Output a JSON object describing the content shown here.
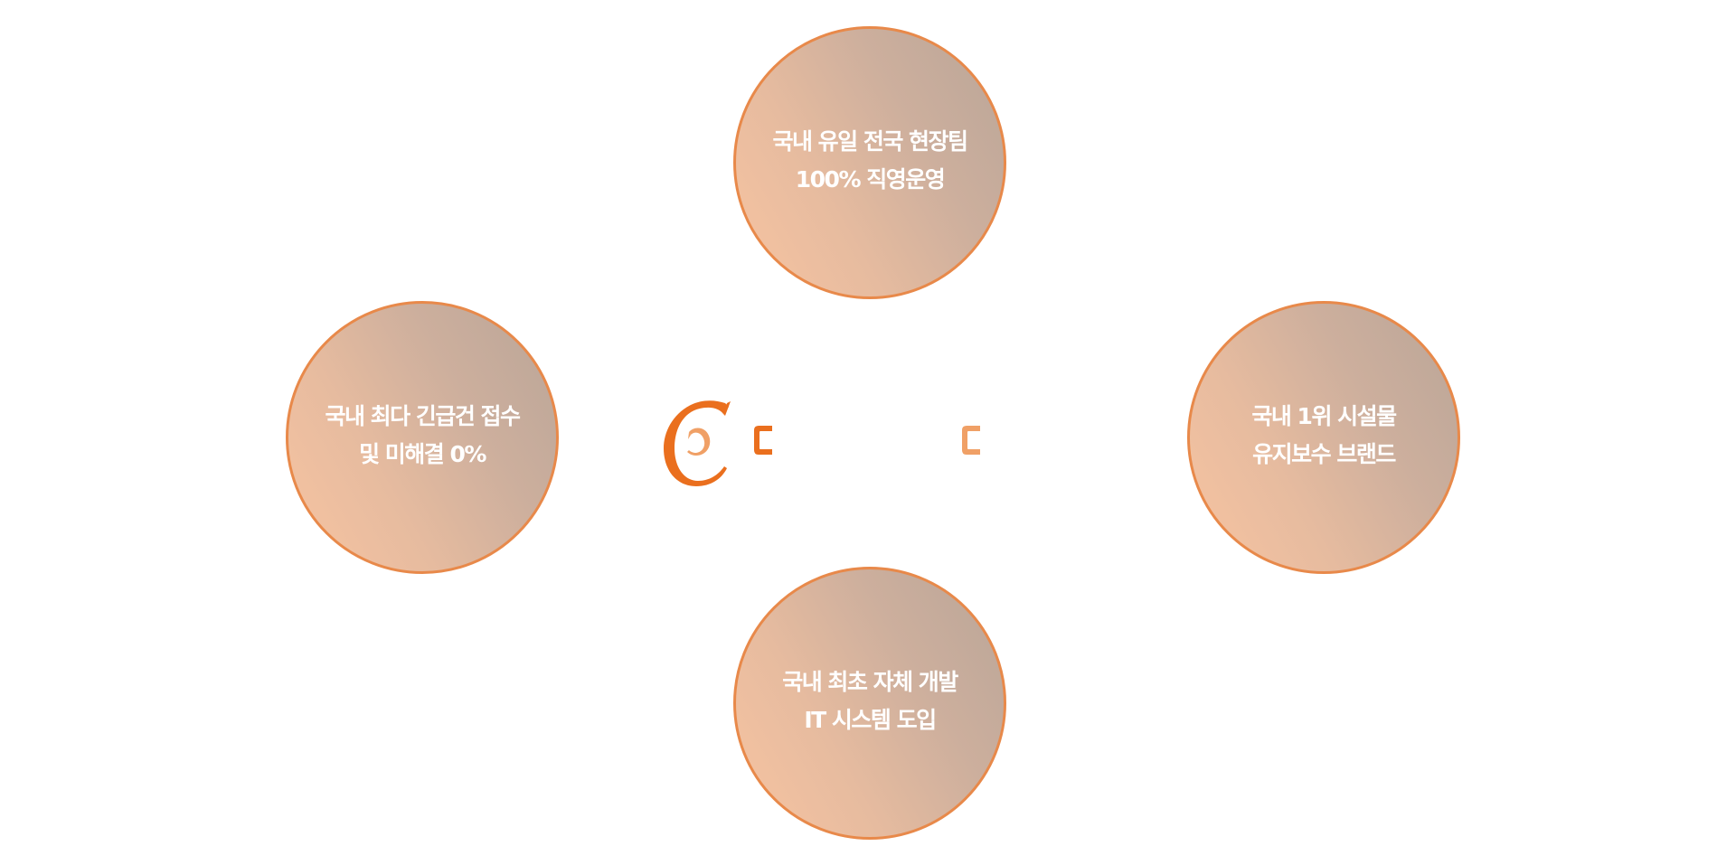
{
  "features": [
    {
      "id": "top",
      "lines": [
        "국내 유일 전국 현장팀",
        "100% 직영운영"
      ]
    },
    {
      "id": "left",
      "lines": [
        "국내 최다 긴급건 접수",
        "및 미해결 0%"
      ]
    },
    {
      "id": "right",
      "lines": [
        "국내 1위 시설물",
        "유지보수 브랜드"
      ]
    },
    {
      "id": "bottom",
      "lines": [
        "국내 최초 자체 개발",
        "IT 시스템 도입"
      ]
    }
  ],
  "logo": {
    "icon": "brand-emblem-c-icon",
    "colors": {
      "primary": "#ea6f1e",
      "secondary": "#f0a066"
    }
  },
  "colors": {
    "circle_border": "#e8894a",
    "gradient_start": "#f8c4a1",
    "gradient_end": "#b9a598",
    "text": "#ffffff",
    "background": "#ffffff"
  }
}
